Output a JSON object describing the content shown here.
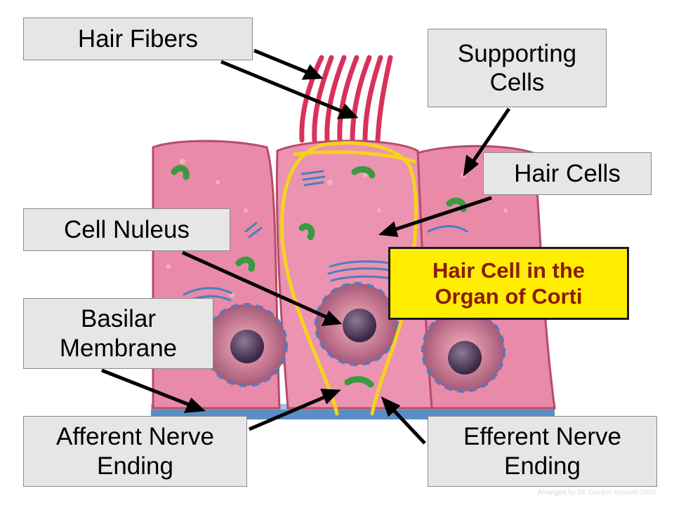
{
  "labels": {
    "hair_fibers": "Hair Fibers",
    "supporting_cells": "Supporting\nCells",
    "hair_cells": "Hair Cells",
    "cell_nucleus": "Cell Nuleus",
    "basilar_membrane": "Basilar\nMembrane",
    "afferent_nerve_ending": "Afferent Nerve\nEnding",
    "efferent_nerve_ending": "Efferent Nerve\nEnding"
  },
  "title": "Hair Cell in the\nOrgan of Corti",
  "credit": "Arranged by Dr. Gordon Vessels 2004",
  "colors": {
    "cell_fill": "#e88aa8",
    "cell_outline": "#b84a6a",
    "hair_fiber": "#d8325a",
    "nerve": "#f5d21e",
    "membrane": "#5a8ec4",
    "nucleus": "#4a3355",
    "mitochondria": "#3a9a40",
    "golgi": "#4a7fc0",
    "title_bg": "#ffee00",
    "title_text": "#8b1a0c",
    "label_bg": "#e6e6e6"
  }
}
